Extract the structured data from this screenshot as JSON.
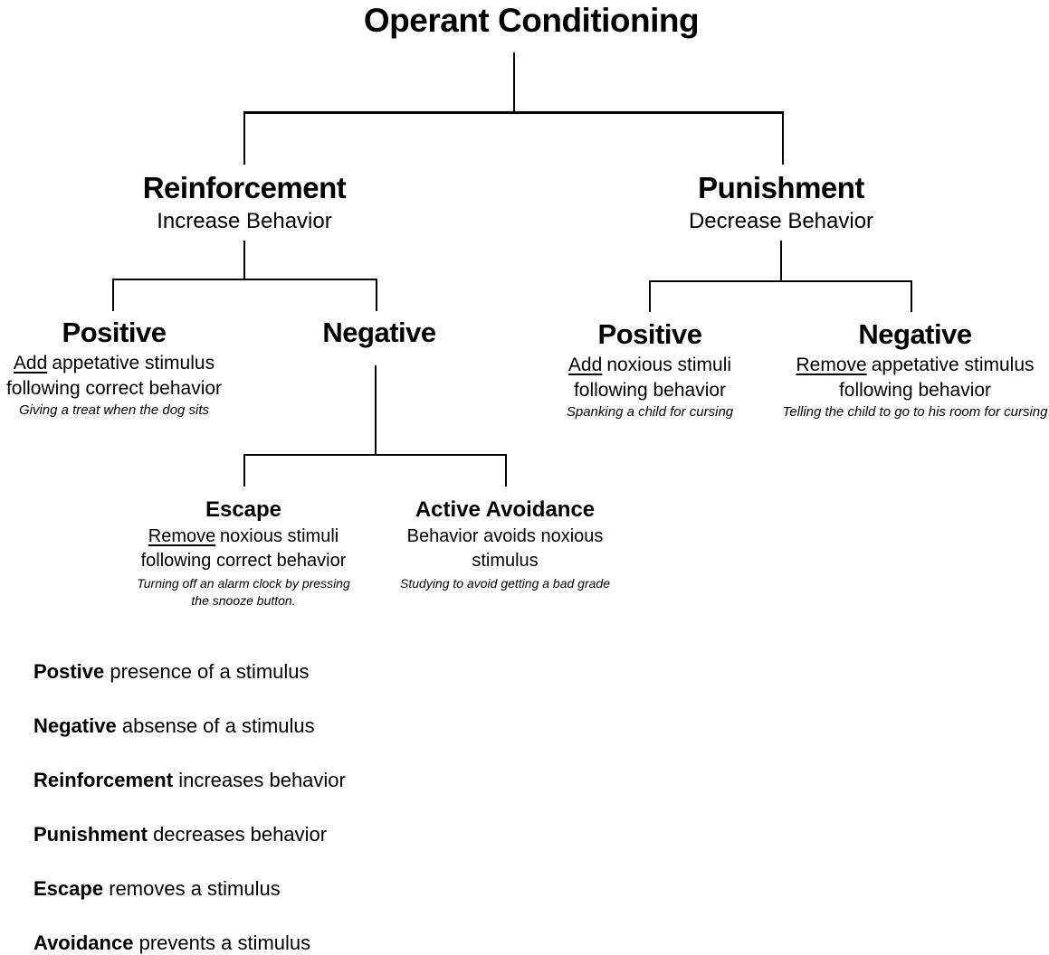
{
  "diagram": {
    "title": "Operant Conditioning",
    "nodes": {
      "reinforcement": {
        "label": "Reinforcement",
        "subtitle": "Increase Behavior"
      },
      "punishment": {
        "label": "Punishment",
        "subtitle": "Decrease Behavior"
      },
      "reinforcement_positive": {
        "label": "Positive",
        "keyword": "Add",
        "line1_rest": "appetative stimulus",
        "line2": "following correct behavior",
        "example": "Giving a treat when the dog sits"
      },
      "reinforcement_negative": {
        "label": "Negative"
      },
      "punishment_positive": {
        "label": "Positive",
        "keyword": "Add",
        "line1_rest": "noxious stimuli",
        "line2": "following behavior",
        "example": "Spanking a child for cursing"
      },
      "punishment_negative": {
        "label": "Negative",
        "keyword": "Remove",
        "line1_rest": "appetative stimulus",
        "line2": "following behavior",
        "example": "Telling the child to go to his room for cursing"
      },
      "escape": {
        "label": "Escape",
        "keyword": "Remove",
        "line1_rest": "noxious stimuli",
        "line2": "following correct behavior",
        "example_line1": "Turning off an alarm clock by pressing",
        "example_line2": "the snooze button."
      },
      "active_avoidance": {
        "label": "Active Avoidance",
        "line1": "Behavior avoids noxious",
        "line2": "stimulus",
        "example": "Studying to avoid getting a bad grade"
      }
    },
    "glossary": [
      {
        "term": "Postive",
        "definition": "presence of a stimulus"
      },
      {
        "term": "Negative",
        "definition": "absense of a stimulus"
      },
      {
        "term": "Reinforcement",
        "definition": "increases behavior"
      },
      {
        "term": "Punishment",
        "definition": "decreases behavior"
      },
      {
        "term": "Escape",
        "definition": "removes a stimulus"
      },
      {
        "term": "Avoidance",
        "definition": "prevents a stimulus"
      }
    ],
    "colors": {
      "line": "#000000",
      "text": "#000000",
      "background": "#ffffff"
    }
  }
}
